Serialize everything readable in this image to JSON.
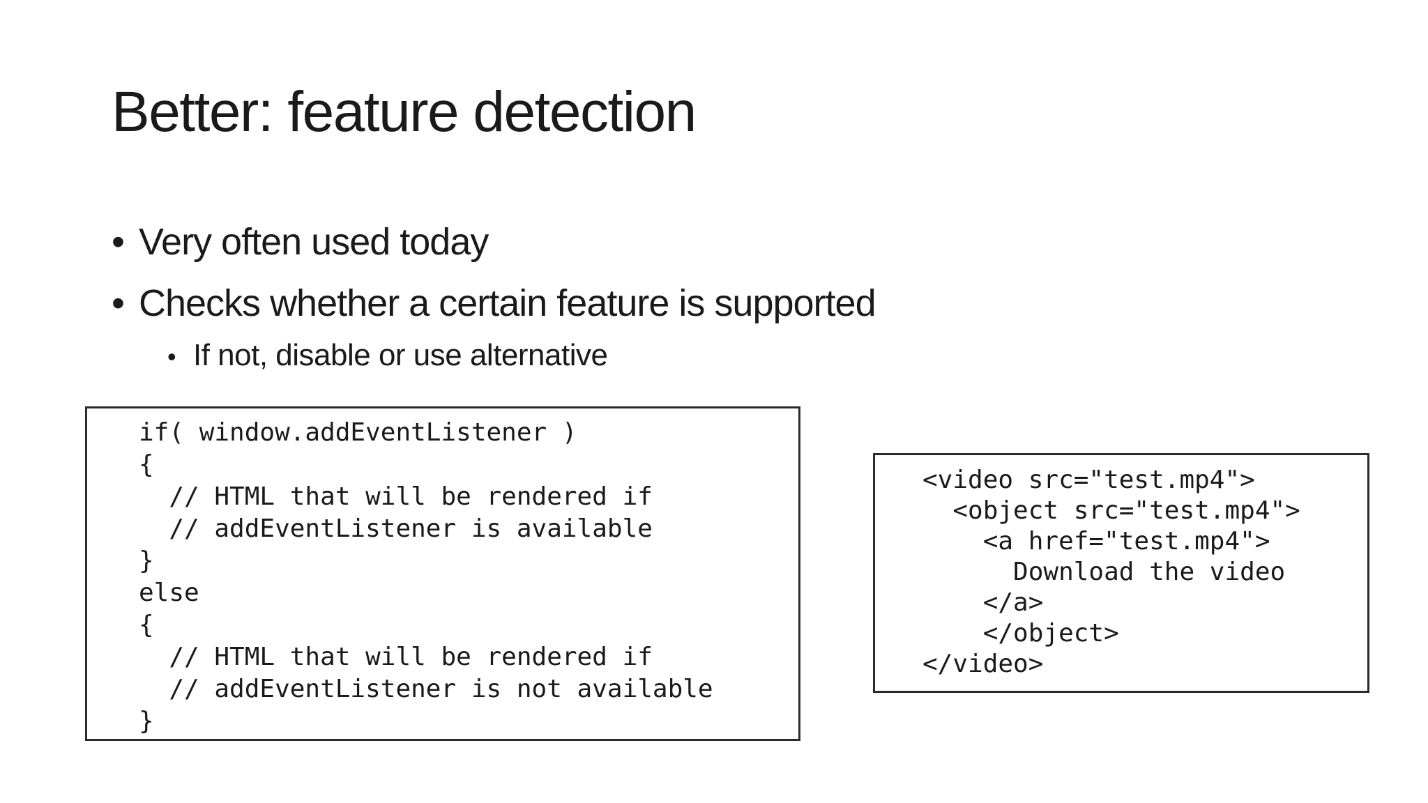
{
  "slide": {
    "title": "Better: feature detection",
    "bullet_char": "•",
    "bullets": [
      {
        "level": 1,
        "text": "Very often used today"
      },
      {
        "level": 1,
        "text": "Checks whether a certain feature is supported"
      },
      {
        "level": 2,
        "text": "If not, disable or use alternative"
      }
    ],
    "code_boxes": {
      "feature_detection_js": [
        "if( window.addEventListener )",
        "{",
        "  // HTML that will be rendered if",
        "  // addEventListener is available",
        "}",
        "else",
        "{",
        "  // HTML that will be rendered if",
        "  // addEventListener is not available",
        "}"
      ],
      "video_fallback_html": [
        "<video src=\"test.mp4\">",
        "  <object src=\"test.mp4\">",
        "    <a href=\"test.mp4\">",
        "      Download the video",
        "    </a>",
        "    </object>",
        "</video>"
      ]
    },
    "colors": {
      "background": "#ffffff",
      "text": "#1a1a1a",
      "box_border": "#2b2b2b"
    }
  }
}
